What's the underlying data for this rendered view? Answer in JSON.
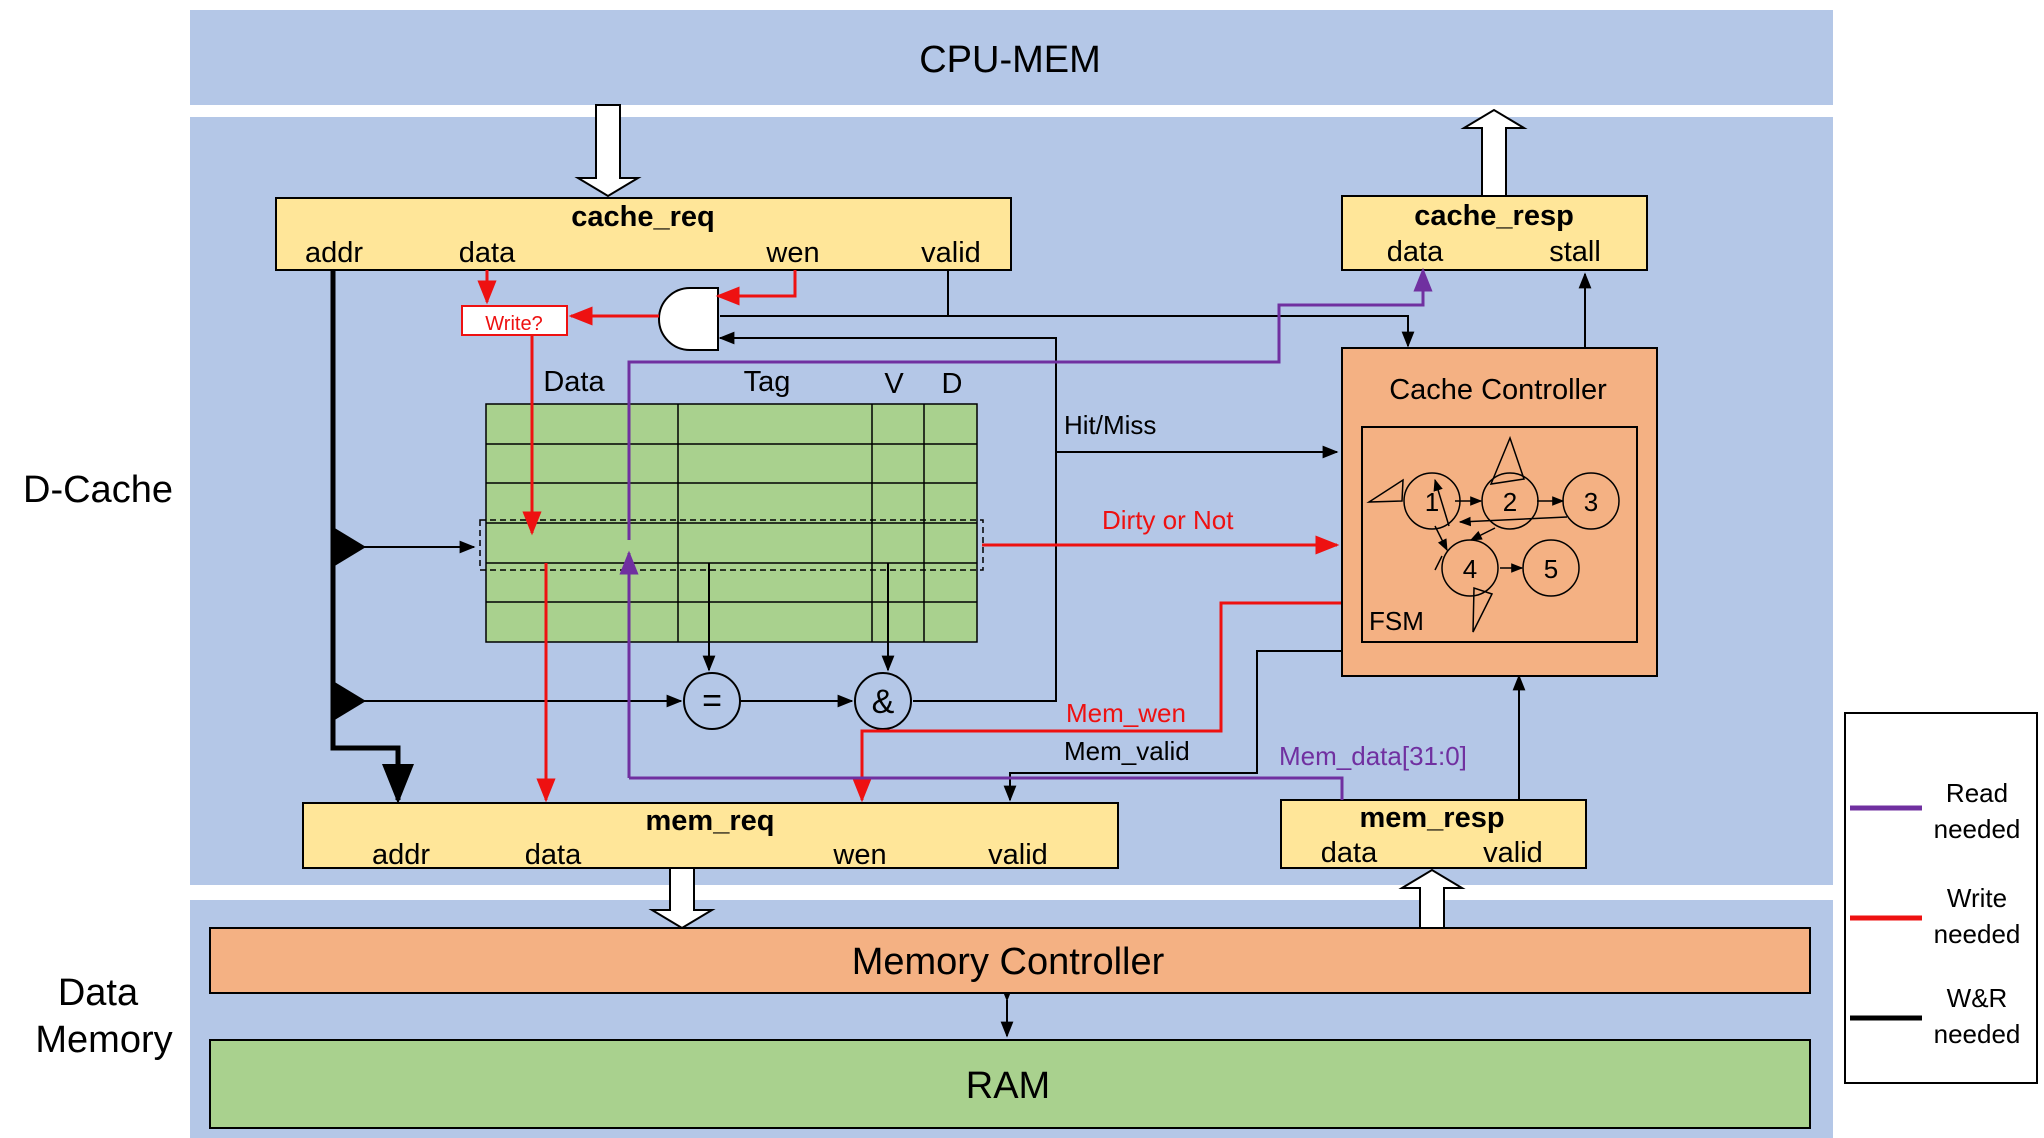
{
  "colors": {
    "panel": "#b4c7e7",
    "block_yellow": "#ffe699",
    "controller_orange": "#f4b183",
    "ram_green": "#a9d18e",
    "read_line": "#7030a0",
    "write_line": "#ee1111",
    "wr_line": "#000000"
  },
  "sections": {
    "cpu_mem": "CPU-MEM",
    "d_cache": "D-Cache",
    "data_memory_line1": "Data",
    "data_memory_line2": "Memory"
  },
  "cache_req": {
    "title": "cache_req",
    "fields": [
      "addr",
      "data",
      "wen",
      "valid"
    ]
  },
  "cache_resp": {
    "title": "cache_resp",
    "fields": [
      "data",
      "stall"
    ]
  },
  "mem_req": {
    "title": "mem_req",
    "fields": [
      "addr",
      "data",
      "wen",
      "valid"
    ]
  },
  "mem_resp": {
    "title": "mem_resp",
    "fields": [
      "data",
      "valid"
    ]
  },
  "write_check": "Write?",
  "table_headers": [
    "Data",
    "Tag",
    "V",
    "D"
  ],
  "comparators": {
    "equal": "=",
    "and": "&"
  },
  "signals": {
    "hit_miss": "Hit/Miss",
    "dirty": "Dirty or Not",
    "mem_wen": "Mem_wen",
    "mem_valid": "Mem_valid",
    "mem_data": "Mem_data[31:0]"
  },
  "cache_controller": {
    "title": "Cache Controller",
    "fsm_label": "FSM",
    "states": [
      "1",
      "2",
      "3",
      "4",
      "5"
    ]
  },
  "memory_controller": "Memory Controller",
  "ram": "RAM",
  "legend": [
    {
      "line1": "Read",
      "line2": "needed",
      "color": "#7030a0"
    },
    {
      "line1": "Write",
      "line2": "needed",
      "color": "#ee1111"
    },
    {
      "line1": "W&R",
      "line2": "needed",
      "color": "#000000"
    }
  ]
}
